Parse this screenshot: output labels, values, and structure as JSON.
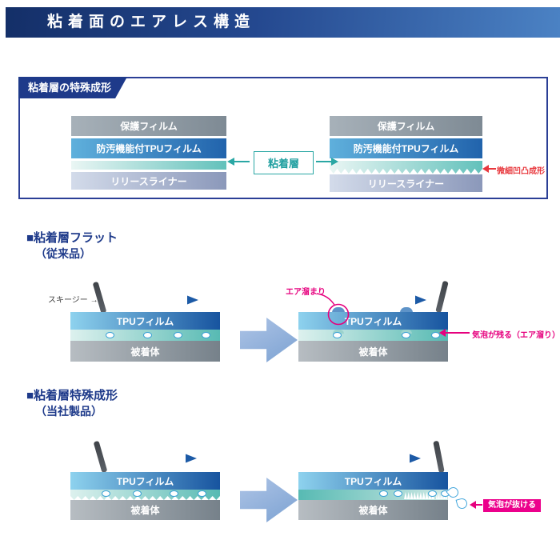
{
  "title": "粘着面のエアレス構造",
  "panel": {
    "tab": "粘着層の特殊成形",
    "layer_protect": "保護フィルム",
    "layer_tpu": "防汚機能付TPUフィルム",
    "layer_release": "リリースライナー",
    "adhesive_label": "粘着層",
    "micro_note": "微細凹凸成形"
  },
  "section_flat": {
    "heading": "■粘着層フラット",
    "subheading": "（従来品）"
  },
  "section_formed": {
    "heading": "■粘着層特殊成形",
    "subheading": "（当社製品）"
  },
  "labels": {
    "squeegee": "スキージー →",
    "tpu_film": "TPUフィルム",
    "substrate": "被着体",
    "air_pocket": "エア溜まり",
    "bubble_remains": "気泡が残る（エア溜り）",
    "bubble_escapes": "気泡が抜ける"
  },
  "colors": {
    "title_bar_start": "#142f68",
    "title_bar_end": "#4b82c4",
    "panel_border": "#2b3f96",
    "tab_bg": "#1e3a8a",
    "heading_text": "#1e3a8a",
    "teal_accent": "#2aa7a4",
    "magenta_accent": "#e6007e",
    "badge_bg": "#ec008c",
    "red_accent": "#e8383d",
    "arrow_blue": "#1c5aa6",
    "block_arrow_blue": "#8fb0da"
  }
}
